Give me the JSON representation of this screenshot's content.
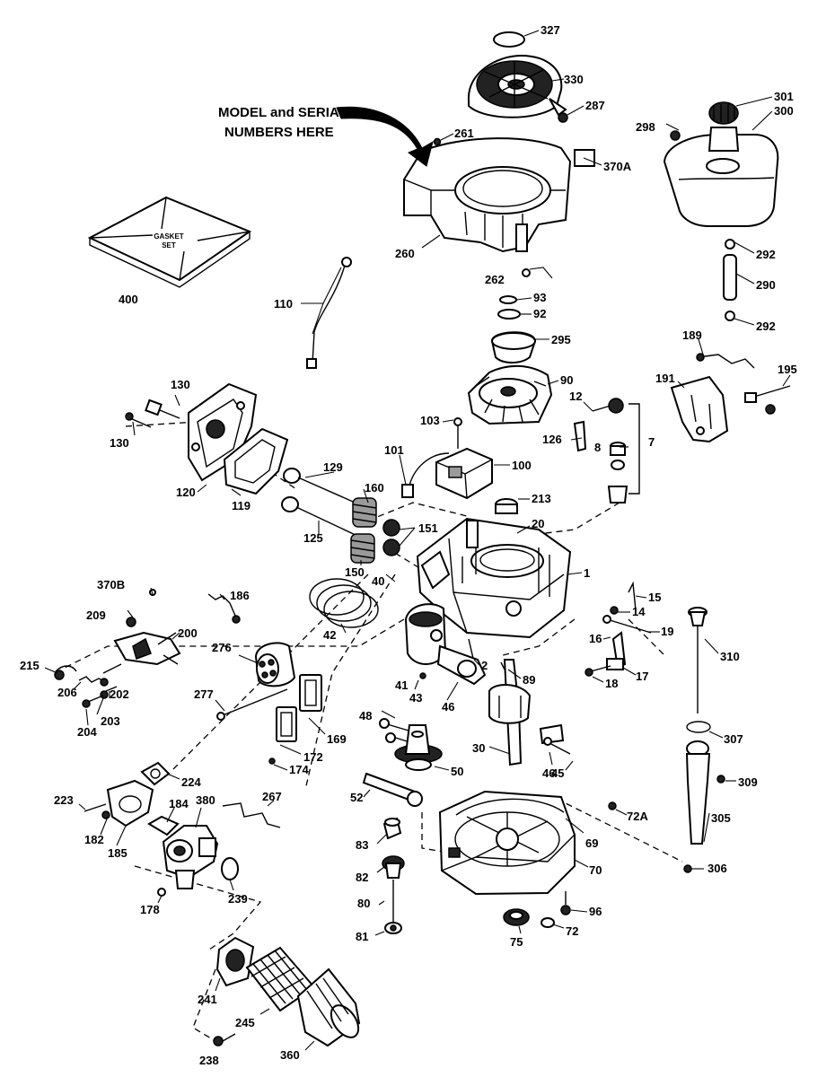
{
  "note": {
    "line1": "MODEL and SERIAL",
    "line2": "NUMBERS HERE"
  },
  "gasket_set": {
    "line1": "GASKET",
    "line2": "SET"
  },
  "labels": {
    "p327": "327",
    "p330": "330",
    "p287": "287",
    "p261": "261",
    "p370a": "370A",
    "p260": "260",
    "p262": "262",
    "p301": "301",
    "p300": "300",
    "p298": "298",
    "p292a": "292",
    "p290": "290",
    "p292b": "292",
    "p400": "400",
    "p110": "110",
    "p93": "93",
    "p92": "92",
    "p295": "295",
    "p90": "90",
    "p189": "189",
    "p191": "191",
    "p195": "195",
    "p130a": "130",
    "p130b": "130",
    "p120": "120",
    "p119": "119",
    "p103": "103",
    "p101": "101",
    "p100": "100",
    "p12": "12",
    "p126": "126",
    "p7": "7",
    "p8": "8",
    "p129": "129",
    "p160": "160",
    "p151": "151",
    "p213": "213",
    "p20": "20",
    "p150": "150",
    "p125": "125",
    "p40": "40",
    "p42": "42",
    "p1": "1",
    "p370b": "370B",
    "p186": "186",
    "p209": "209",
    "p200": "200",
    "p215": "215",
    "p206": "206",
    "p202": "202",
    "p203": "203",
    "p204": "204",
    "p276": "276",
    "p277": "277",
    "p15": "15",
    "p14": "14",
    "p19": "19",
    "p16": "16",
    "p17": "17",
    "p18": "18",
    "p310": "310",
    "p2": "2",
    "p89": "89",
    "p41": "41",
    "p43": "43",
    "p46a": "46",
    "p169": "169",
    "p172": "172",
    "p174": "174",
    "p48": "48",
    "p30": "30",
    "p46b": "46",
    "p45": "45",
    "p307": "307",
    "p50": "50",
    "p224": "224",
    "p309": "309",
    "p223": "223",
    "p184": "184",
    "p380": "380",
    "p267": "267",
    "p52": "52",
    "p72a": "72A",
    "p305": "305",
    "p182": "182",
    "p185": "185",
    "p69": "69",
    "p83": "83",
    "p70": "70",
    "p306": "306",
    "p178": "178",
    "p239": "239",
    "p82": "82",
    "p80": "80",
    "p96": "96",
    "p81": "81",
    "p75": "75",
    "p72": "72",
    "p241": "241",
    "p245": "245",
    "p360": "360",
    "p238": "238"
  }
}
